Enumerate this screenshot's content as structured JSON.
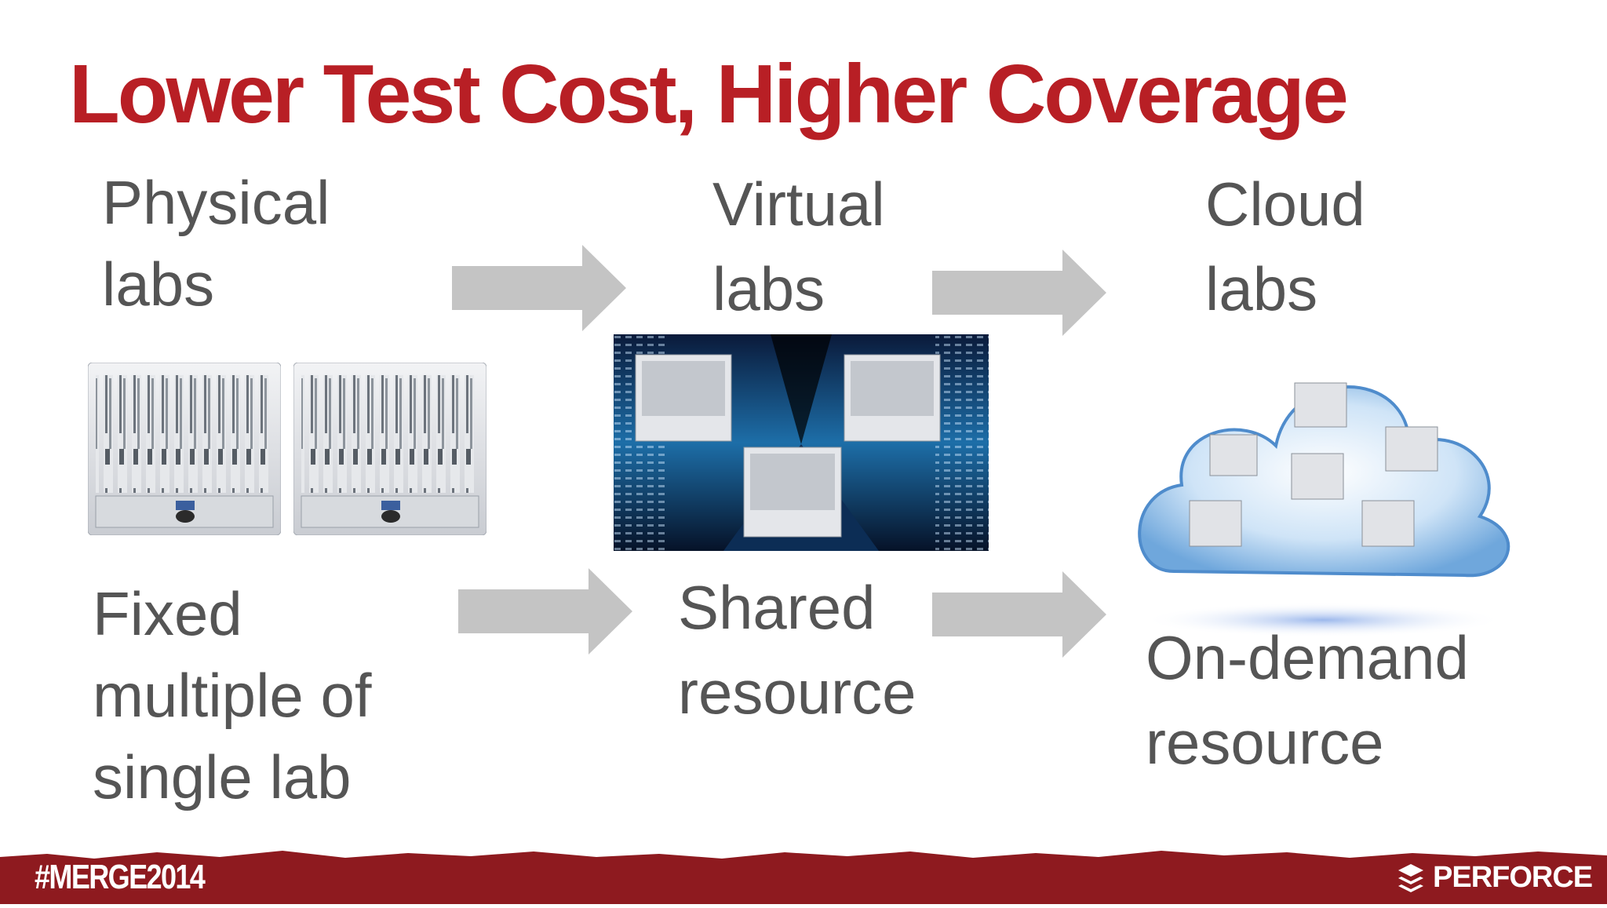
{
  "slide": {
    "title": "Lower Test Cost, Higher Coverage",
    "columns": [
      {
        "heading_line1": "Physical",
        "heading_line2": "labs",
        "desc_line1": "Fixed",
        "desc_line2": "multiple of",
        "desc_line3": "single lab"
      },
      {
        "heading_line1": "Virtual",
        "heading_line2": "labs",
        "desc_line1": "Shared",
        "desc_line2": "resource"
      },
      {
        "heading_line1": "Cloud",
        "heading_line2": "labs",
        "desc_line1": "On-demand",
        "desc_line2": "resource"
      }
    ]
  },
  "footer": {
    "hashtag": "#MERGE2014",
    "brand": "PERFORCE"
  },
  "colors": {
    "title": "#b81f25",
    "text": "#555555",
    "arrow": "#c4c4c4",
    "footer_bg": "#8e1a1f"
  }
}
